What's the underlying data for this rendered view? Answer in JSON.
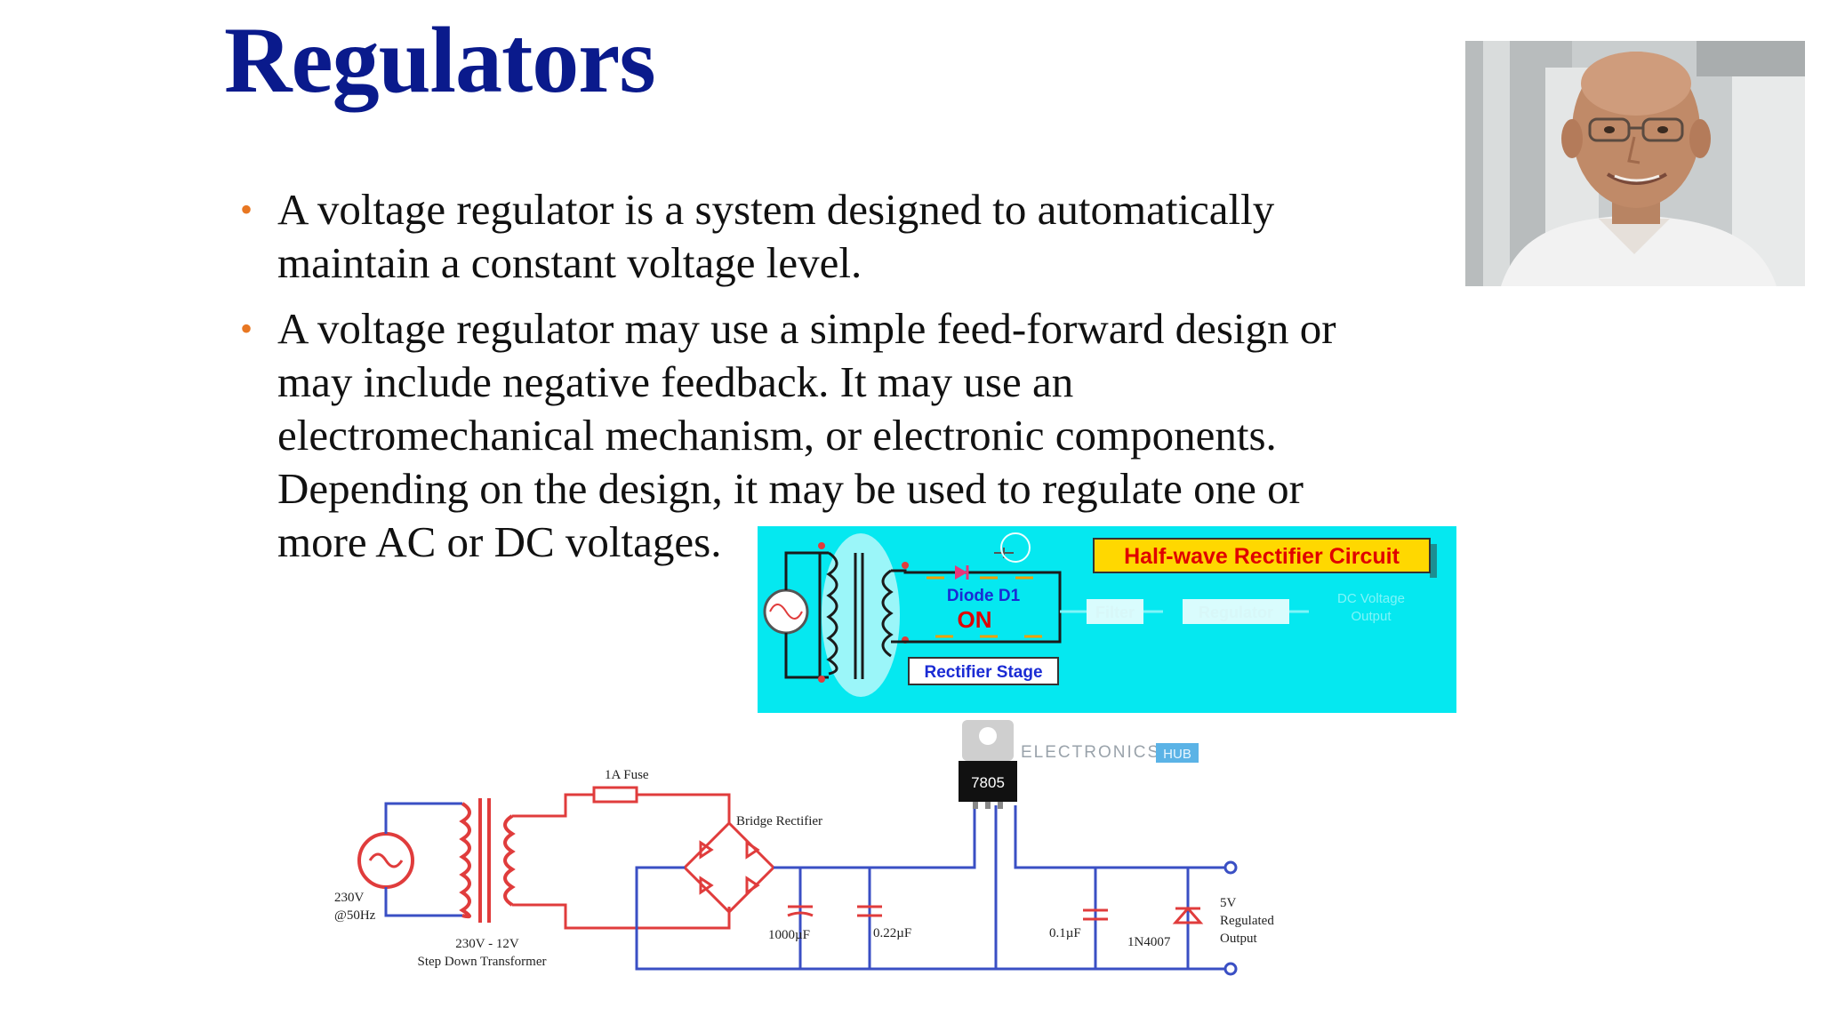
{
  "slide": {
    "title": "Regulators",
    "bullets": [
      "A voltage regulator is a system designed to automatically maintain a constant voltage level.",
      "A voltage regulator may use a simple feed-forward design or may include negative feedback. It may use an electromechanical mechanism, or electronic components. Depending on the design, it may be used to regulate one or more AC or DC voltages."
    ]
  },
  "rectifier_diagram": {
    "title": "Half-wave Rectifier Circuit",
    "diode_label": "Diode D1",
    "state_label": "ON",
    "stage_label": "Rectifier Stage",
    "filter_label": "Filter",
    "regulator_label": "Regulator",
    "output_label_line1": "DC Voltage",
    "output_label_line2": "Output"
  },
  "regulator_schematic": {
    "ic_label": "7805",
    "watermark_text": "ELECTRONICS",
    "watermark_badge": "HUB",
    "fuse_label": "1A Fuse",
    "bridge_label": "Bridge Rectifier",
    "source_label_line1": "230V",
    "source_label_line2": "@50Hz",
    "transformer_label_line1": "230V - 12V",
    "transformer_label_line2": "Step Down Transformer",
    "cap1_label": "1000µF",
    "cap2_label": "0.22µF",
    "cap3_label": "0.1µF",
    "diode_label": "1N4007",
    "output_label_line1": "5V",
    "output_label_line2": "Regulated",
    "output_label_line3": "Output"
  },
  "colors": {
    "title": "#0a1a8c",
    "bullet_marker": "#e87722",
    "panel_bg": "#05e8f0",
    "wire_blue": "#3a4fc4",
    "wire_red": "#e03c3c"
  }
}
